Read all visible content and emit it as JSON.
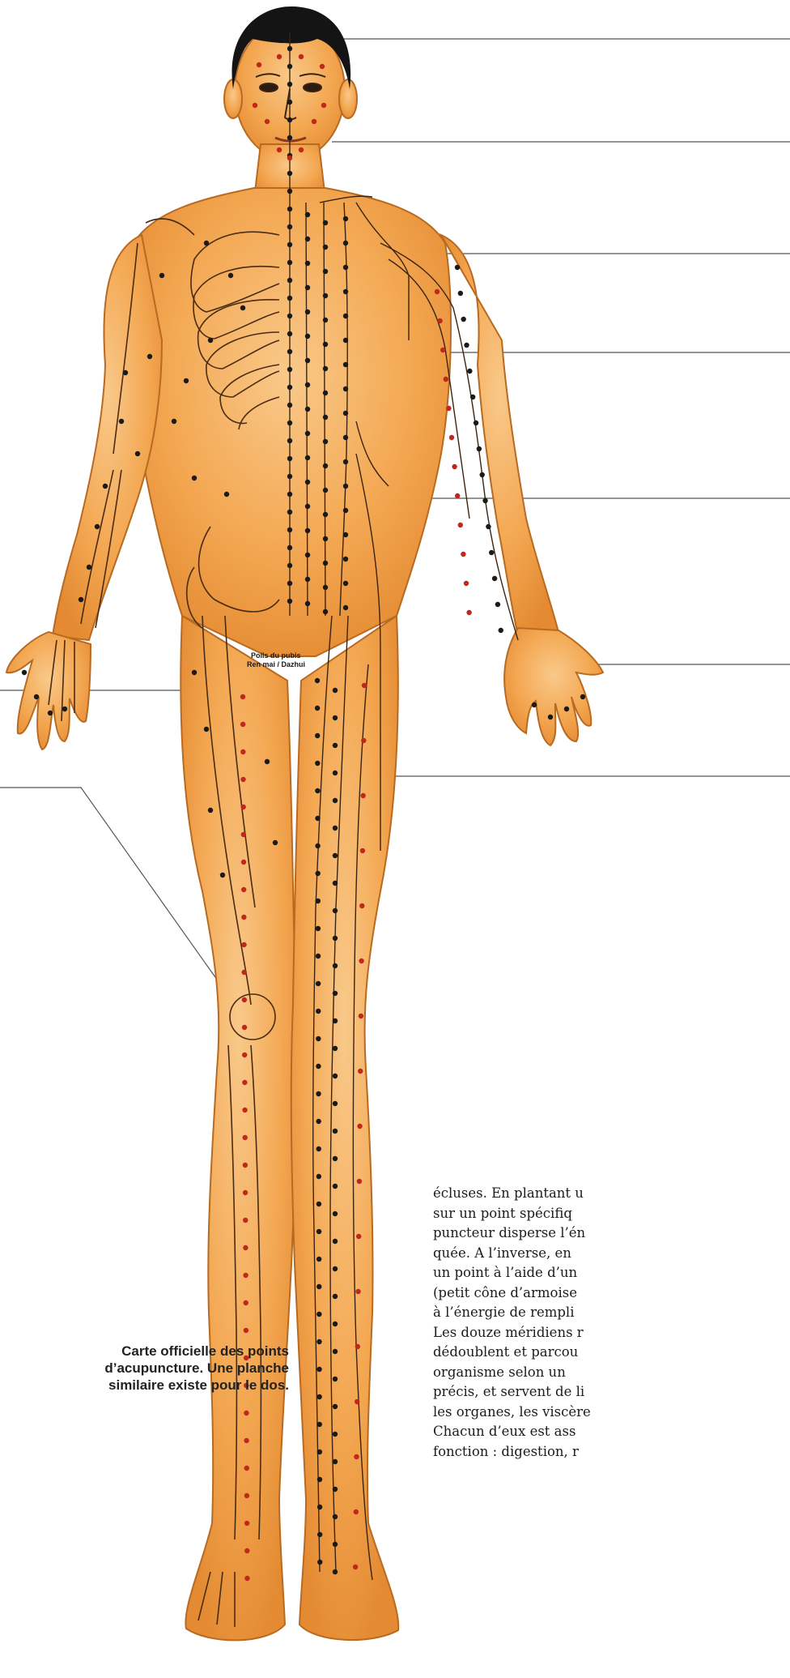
{
  "caption": {
    "lines": [
      "Carte officielle des points",
      "d’acupuncture. Une planche",
      "similaire existe pour le dos."
    ]
  },
  "article": {
    "lines": [
      "écluses. En plantant u",
      "sur un point spécifiq",
      "puncteur disperse l’én",
      "quée. A l’inverse, en",
      "un point à l’aide d’un",
      "(petit cône d’armoise",
      "à l’énergie de rempli",
      "Les douze méridiens r",
      "dédoublent et parcou",
      "organisme selon un",
      "précis, et servent de li",
      "les organes, les viscère",
      "Chacun d’eux est ass",
      "fonction : digestion, r"
    ]
  },
  "chart_labels": {
    "pubic_label_1": "Poils du pubis",
    "pubic_label_2": "Ren mai / Dazhui"
  },
  "colors": {
    "skin": "#f2a24a",
    "skin_light": "#f8c37c",
    "meridian_line": "#3a2410",
    "point_dark": "#1a1a1a",
    "point_red": "#c0281c",
    "hair": "#141414",
    "leader_line": "#555555"
  }
}
